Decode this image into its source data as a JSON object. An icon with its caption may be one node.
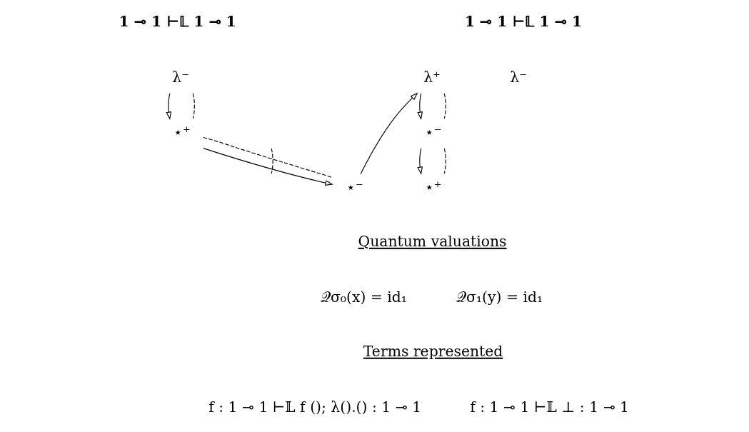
{
  "diagram": {
    "nodes": [
      {
        "text": [
          "λ⁻"
        ]
      },
      {
        "text": [
          "⋆⁺"
        ]
      },
      {
        "text": [
          "⋆⁻"
        ]
      },
      {
        "text": [
          "λ⁺"
        ]
      },
      {
        "text": [
          "⋆⁻"
        ]
      },
      {
        "text": [
          "⋆⁺"
        ]
      },
      {
        "text": [
          "λ⁻"
        ]
      }
    ],
    "edges": [
      {
        "from": 0,
        "to": 1,
        "arrow": "to"
      },
      {
        "from": 0,
        "to": 1,
        "arrow": "none",
        "style": "dashed"
      },
      {
        "from": 1,
        "to": 2,
        "arrow": "to"
      },
      {
        "from": 1,
        "to": 2,
        "arrow": "none",
        "style": "dashed"
      },
      {
        "from": 2,
        "to": 3,
        "arrow": "to"
      },
      {
        "from": 3,
        "to": 4,
        "arrow": "to"
      },
      {
        "from": 3,
        "to": 4,
        "arrow": "none",
        "style": "dashed"
      },
      {
        "from": 4,
        "to": 5,
        "arrow": "to"
      },
      {
        "from": 4,
        "to": 5,
        "arrow": "none",
        "style": "dashed"
      }
    ],
    "labels": [
      "1 ⊸ 1 ⊢𝕃 1 ⊸ 1",
      "1 ⊸ 1 ⊢𝕃 1 ⊸ 1",
      "Quantum valuations",
      "𝒬σ₀(x) = id₁",
      "𝒬σ₁(y) = id₁",
      "Terms represented",
      "f : 1 ⊸ 1 ⊢𝕃 f (); λ().() : 1 ⊸ 1",
      "f : 1 ⊸ 1 ⊢𝕃 ⊥ : 1 ⊸ 1"
    ]
  }
}
